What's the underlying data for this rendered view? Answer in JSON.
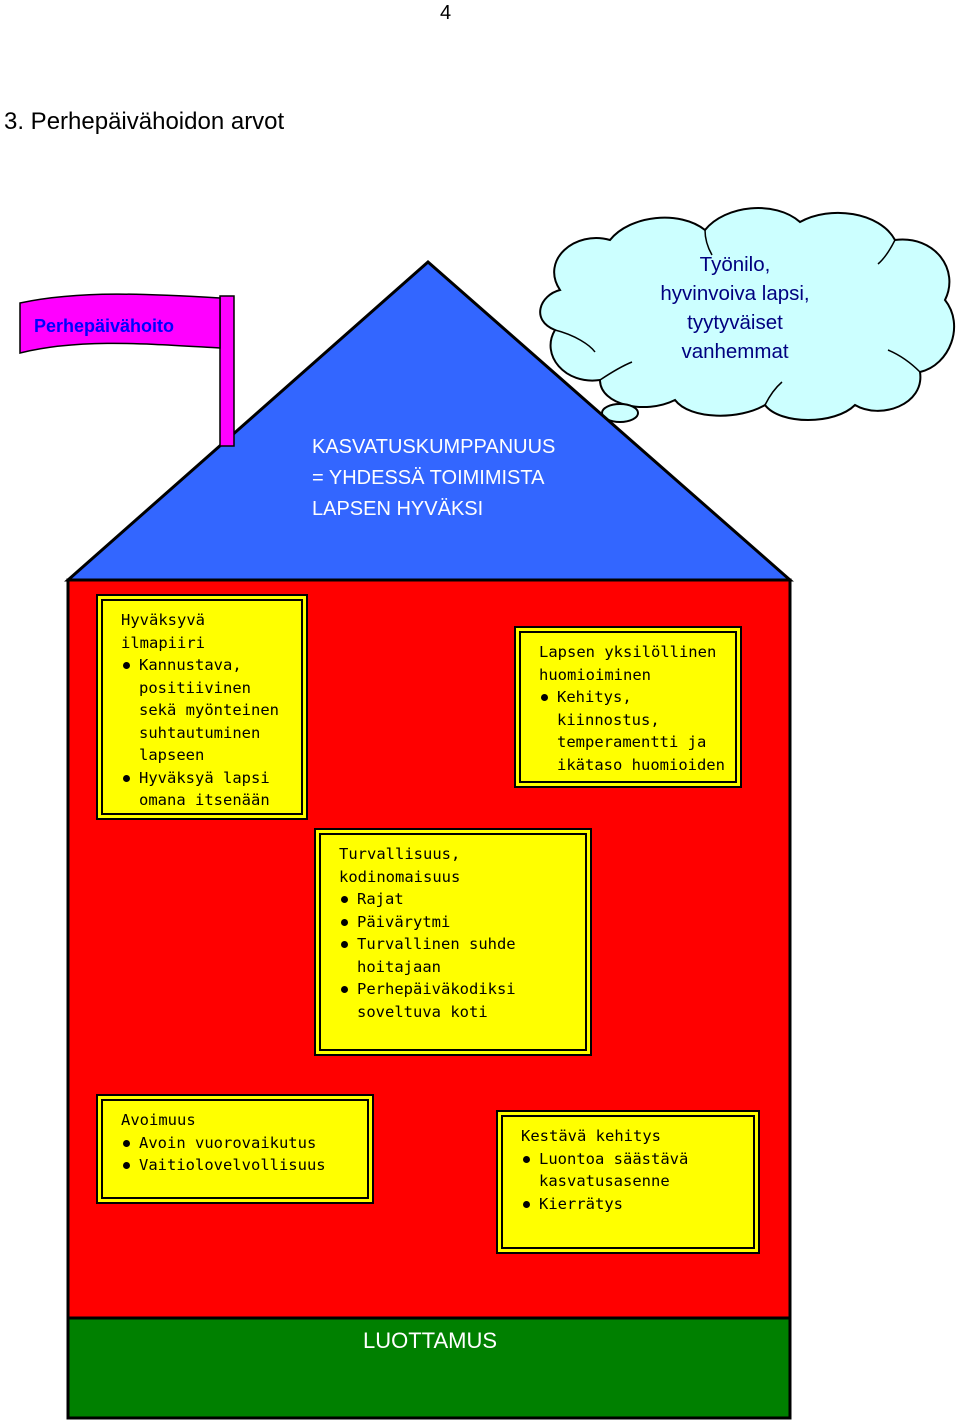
{
  "page_number": "4",
  "heading": "3.   Perhepäivähoidon arvot",
  "flag": {
    "label": "Perhepäivähoito"
  },
  "cloud": {
    "lines": [
      "Työnilo,",
      "hyvinvoiva lapsi,",
      "tyytyväiset",
      "vanhemmat"
    ]
  },
  "roof": {
    "lines": [
      "KASVATUSKUMPPANUUS",
      "= YHDESSÄ TOIMIMISTA",
      "LAPSEN HYVÄKSI"
    ]
  },
  "boxes": {
    "hyvaksyva": {
      "title": "Hyväksyvä ilmapiiri",
      "items": [
        "Kannustava, positiivinen sekä myönteinen suhtautuminen lapseen",
        "Hyväksyä lapsi omana itsenään"
      ]
    },
    "yksilollinen": {
      "title": "Lapsen yksilöllinen huomioiminen",
      "items": [
        "Kehitys, kiinnostus, temperamentti ja ikätaso huomioiden"
      ]
    },
    "turvallisuus": {
      "title": "Turvallisuus, kodinomaisuus",
      "items": [
        "Rajat",
        "Päivärytmi",
        "Turvallinen suhde hoitajaan",
        "Perhepäiväkodiksi soveltuva koti"
      ]
    },
    "avoimuus": {
      "title": "Avoimuus",
      "items": [
        "Avoin vuorovaikutus",
        "Vaitiolovelvollisuus"
      ]
    },
    "kestava": {
      "title": "Kestävä kehitys",
      "items": [
        "Luontoa säästävä kasvatusasenne",
        "Kierrätys"
      ]
    }
  },
  "foundation": {
    "label": "LUOTTAMUS"
  },
  "colors": {
    "roof": "#3366ff",
    "walls": "#ff0000",
    "foundation": "#008000",
    "boxes": "#ffff00",
    "flag": "#ff00ff",
    "cloud": "#ccffff"
  }
}
